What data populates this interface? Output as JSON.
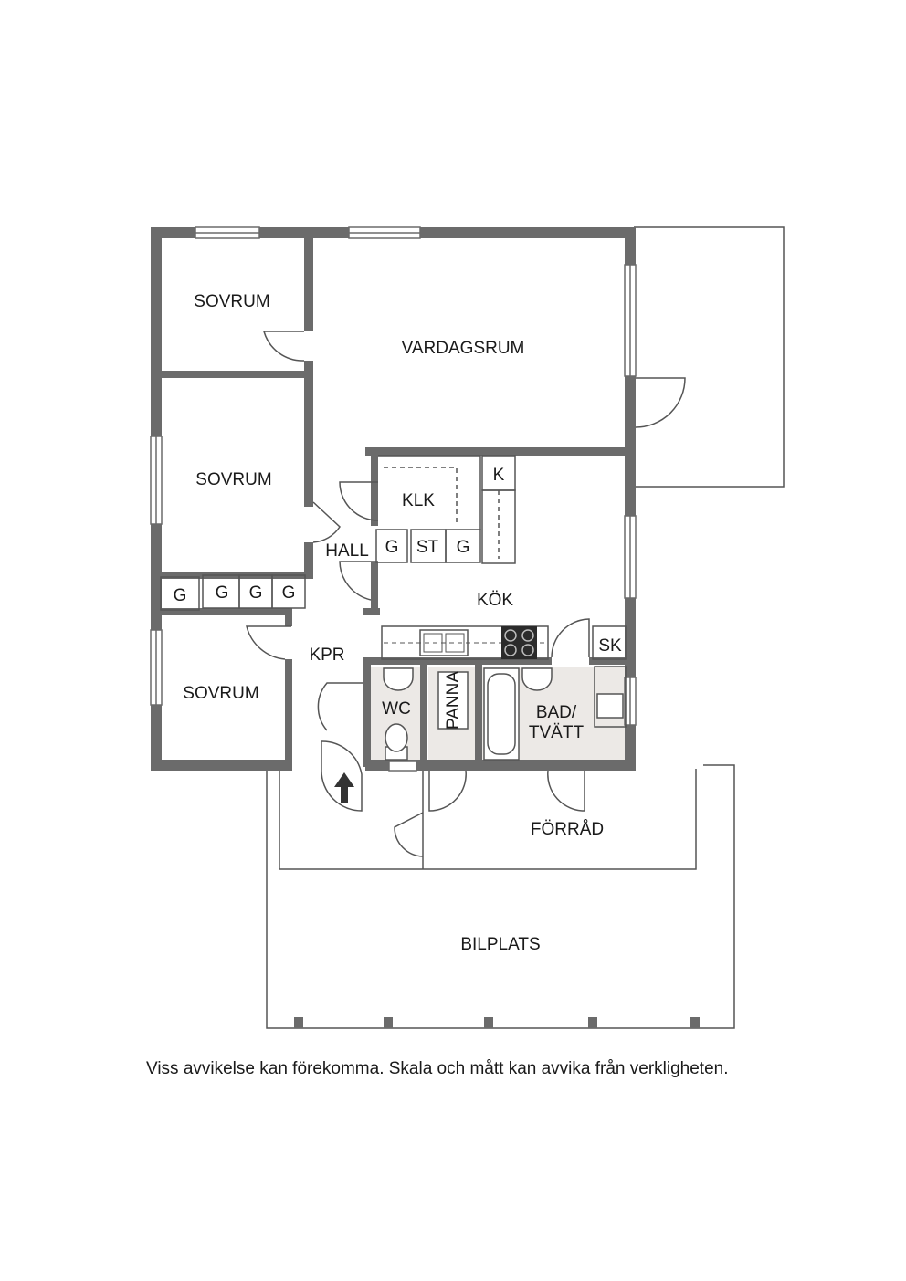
{
  "rooms": {
    "sovrum_1": "SOVRUM",
    "vardagsrum": "VARDAGSRUM",
    "sovrum_2": "SOVRUM",
    "klk": "KLK",
    "k": "K",
    "hall": "HALL",
    "g_hall_1": "G",
    "st": "ST",
    "g_hall_2": "G",
    "g_left_1": "G",
    "g_left_2": "G",
    "g_left_3": "G",
    "g_left_4": "G",
    "kok": "KÖK",
    "sk": "SK",
    "kpr": "KPR",
    "sovrum_3": "SOVRUM",
    "wc": "WC",
    "panna": "PANNA",
    "bad_line1": "BAD/",
    "bad_line2": "TVÄTT",
    "forrad": "FÖRRÅD",
    "bilplats": "BILPLATS"
  },
  "disclaimer": "Viss avvikelse kan förekomma. Skala och mått kan avvika från verkligheten."
}
